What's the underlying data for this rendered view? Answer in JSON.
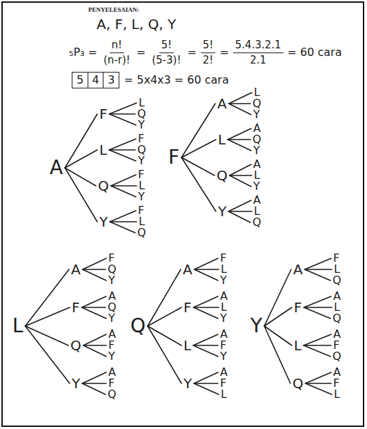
{
  "diagram": {
    "nodes": [
      {
        "text": [
          "5"
        ]
      },
      {
        "text": [
          "4"
        ]
      },
      {
        "text": [
          "3"
        ]
      },
      {
        "text": [
          "A"
        ]
      },
      {
        "text": [
          "F"
        ]
      },
      {
        "text": [
          "L"
        ]
      },
      {
        "text": [
          "Q"
        ]
      },
      {
        "text": [
          "Y"
        ]
      },
      {
        "text": [
          "L"
        ]
      },
      {
        "text": [
          "F"
        ]
      },
      {
        "text": [
          "Q"
        ]
      },
      {
        "text": [
          "Y"
        ]
      },
      {
        "text": [
          "Q"
        ]
      },
      {
        "text": [
          "F"
        ]
      },
      {
        "text": [
          "L"
        ]
      },
      {
        "text": [
          "Y"
        ]
      },
      {
        "text": [
          "Y"
        ]
      },
      {
        "text": [
          "F"
        ]
      },
      {
        "text": [
          "L"
        ]
      },
      {
        "text": [
          "Q"
        ]
      },
      {
        "text": [
          "F"
        ]
      },
      {
        "text": [
          "A"
        ]
      },
      {
        "text": [
          "L"
        ]
      },
      {
        "text": [
          "Q"
        ]
      },
      {
        "text": [
          "Y"
        ]
      },
      {
        "text": [
          "L"
        ]
      },
      {
        "text": [
          "A"
        ]
      },
      {
        "text": [
          "Q"
        ]
      },
      {
        "text": [
          "Y"
        ]
      },
      {
        "text": [
          "Q"
        ]
      },
      {
        "text": [
          "A"
        ]
      },
      {
        "text": [
          "L"
        ]
      },
      {
        "text": [
          "Y"
        ]
      },
      {
        "text": [
          "Y"
        ]
      },
      {
        "text": [
          "A"
        ]
      },
      {
        "text": [
          "L"
        ]
      },
      {
        "text": [
          "Q"
        ]
      },
      {
        "text": [
          "L"
        ]
      },
      {
        "text": [
          "A"
        ]
      },
      {
        "text": [
          "F"
        ]
      },
      {
        "text": [
          "Q"
        ]
      },
      {
        "text": [
          "Y"
        ]
      },
      {
        "text": [
          "F"
        ]
      },
      {
        "text": [
          "A"
        ]
      },
      {
        "text": [
          "Q"
        ]
      },
      {
        "text": [
          "Y"
        ]
      },
      {
        "text": [
          "Q"
        ]
      },
      {
        "text": [
          "A"
        ]
      },
      {
        "text": [
          "F"
        ]
      },
      {
        "text": [
          "Y"
        ]
      },
      {
        "text": [
          "Y"
        ]
      },
      {
        "text": [
          "A"
        ]
      },
      {
        "text": [
          "F"
        ]
      },
      {
        "text": [
          "Q"
        ]
      },
      {
        "text": [
          "Q"
        ]
      },
      {
        "text": [
          "A"
        ]
      },
      {
        "text": [
          "F"
        ]
      },
      {
        "text": [
          "L"
        ]
      },
      {
        "text": [
          "Y"
        ]
      },
      {
        "text": [
          "F"
        ]
      },
      {
        "text": [
          "A"
        ]
      },
      {
        "text": [
          "L"
        ]
      },
      {
        "text": [
          "Y"
        ]
      },
      {
        "text": [
          "L"
        ]
      },
      {
        "text": [
          "A"
        ]
      },
      {
        "text": [
          "F"
        ]
      },
      {
        "text": [
          "Y"
        ]
      },
      {
        "text": [
          "Y"
        ]
      },
      {
        "text": [
          "A"
        ]
      },
      {
        "text": [
          "F"
        ]
      },
      {
        "text": [
          "L"
        ]
      },
      {
        "text": [
          "Y"
        ]
      },
      {
        "text": [
          "A"
        ]
      },
      {
        "text": [
          "F"
        ]
      },
      {
        "text": [
          "L"
        ]
      },
      {
        "text": [
          "Q"
        ]
      },
      {
        "text": [
          "F"
        ]
      },
      {
        "text": [
          "A"
        ]
      },
      {
        "text": [
          "L"
        ]
      },
      {
        "text": [
          "Q"
        ]
      },
      {
        "text": [
          "L"
        ]
      },
      {
        "text": [
          "A"
        ]
      },
      {
        "text": [
          "F"
        ]
      },
      {
        "text": [
          "Q"
        ]
      },
      {
        "text": [
          "Q"
        ]
      },
      {
        "text": [
          "A"
        ]
      },
      {
        "text": [
          "F"
        ]
      },
      {
        "text": [
          "L"
        ]
      }
    ],
    "edges": [
      {
        "from": 3,
        "to": 4,
        "arrow": "none"
      },
      {
        "from": 3,
        "to": 8,
        "arrow": "none"
      },
      {
        "from": 3,
        "to": 12,
        "arrow": "none"
      },
      {
        "from": 3,
        "to": 16,
        "arrow": "none"
      },
      {
        "from": 4,
        "to": 5,
        "arrow": "none"
      },
      {
        "from": 4,
        "to": 6,
        "arrow": "none"
      },
      {
        "from": 4,
        "to": 7,
        "arrow": "none"
      },
      {
        "from": 8,
        "to": 9,
        "arrow": "none"
      },
      {
        "from": 8,
        "to": 10,
        "arrow": "none"
      },
      {
        "from": 8,
        "to": 11,
        "arrow": "none"
      },
      {
        "from": 12,
        "to": 13,
        "arrow": "none"
      },
      {
        "from": 12,
        "to": 14,
        "arrow": "none"
      },
      {
        "from": 12,
        "to": 15,
        "arrow": "none"
      },
      {
        "from": 16,
        "to": 17,
        "arrow": "none"
      },
      {
        "from": 16,
        "to": 18,
        "arrow": "none"
      },
      {
        "from": 16,
        "to": 19,
        "arrow": "none"
      },
      {
        "from": 20,
        "to": 21,
        "arrow": "none"
      },
      {
        "from": 20,
        "to": 25,
        "arrow": "none"
      },
      {
        "from": 20,
        "to": 29,
        "arrow": "none"
      },
      {
        "from": 20,
        "to": 33,
        "arrow": "none"
      },
      {
        "from": 21,
        "to": 22,
        "arrow": "none"
      },
      {
        "from": 21,
        "to": 23,
        "arrow": "none"
      },
      {
        "from": 21,
        "to": 24,
        "arrow": "none"
      },
      {
        "from": 25,
        "to": 26,
        "arrow": "none"
      },
      {
        "from": 25,
        "to": 27,
        "arrow": "none"
      },
      {
        "from": 25,
        "to": 28,
        "arrow": "none"
      },
      {
        "from": 29,
        "to": 30,
        "arrow": "none"
      },
      {
        "from": 29,
        "to": 31,
        "arrow": "none"
      },
      {
        "from": 29,
        "to": 32,
        "arrow": "none"
      },
      {
        "from": 33,
        "to": 34,
        "arrow": "none"
      },
      {
        "from": 33,
        "to": 35,
        "arrow": "none"
      },
      {
        "from": 33,
        "to": 36,
        "arrow": "none"
      },
      {
        "from": 37,
        "to": 38,
        "arrow": "none"
      },
      {
        "from": 37,
        "to": 42,
        "arrow": "none"
      },
      {
        "from": 37,
        "to": 46,
        "arrow": "none"
      },
      {
        "from": 37,
        "to": 50,
        "arrow": "none"
      },
      {
        "from": 38,
        "to": 39,
        "arrow": "none"
      },
      {
        "from": 38,
        "to": 40,
        "arrow": "none"
      },
      {
        "from": 38,
        "to": 41,
        "arrow": "none"
      },
      {
        "from": 42,
        "to": 43,
        "arrow": "none"
      },
      {
        "from": 42,
        "to": 44,
        "arrow": "none"
      },
      {
        "from": 42,
        "to": 45,
        "arrow": "none"
      },
      {
        "from": 46,
        "to": 47,
        "arrow": "none"
      },
      {
        "from": 46,
        "to": 48,
        "arrow": "none"
      },
      {
        "from": 46,
        "to": 49,
        "arrow": "none"
      },
      {
        "from": 50,
        "to": 51,
        "arrow": "none"
      },
      {
        "from": 50,
        "to": 52,
        "arrow": "none"
      },
      {
        "from": 50,
        "to": 53,
        "arrow": "none"
      },
      {
        "from": 54,
        "to": 55,
        "arrow": "none"
      },
      {
        "from": 54,
        "to": 59,
        "arrow": "none"
      },
      {
        "from": 54,
        "to": 63,
        "arrow": "none"
      },
      {
        "from": 54,
        "to": 67,
        "arrow": "none"
      },
      {
        "from": 55,
        "to": 56,
        "arrow": "none"
      },
      {
        "from": 55,
        "to": 57,
        "arrow": "none"
      },
      {
        "from": 55,
        "to": 58,
        "arrow": "none"
      },
      {
        "from": 59,
        "to": 60,
        "arrow": "none"
      },
      {
        "from": 59,
        "to": 61,
        "arrow": "none"
      },
      {
        "from": 59,
        "to": 62,
        "arrow": "none"
      },
      {
        "from": 63,
        "to": 64,
        "arrow": "none"
      },
      {
        "from": 63,
        "to": 65,
        "arrow": "none"
      },
      {
        "from": 63,
        "to": 66,
        "arrow": "none"
      },
      {
        "from": 67,
        "to": 68,
        "arrow": "none"
      },
      {
        "from": 67,
        "to": 69,
        "arrow": "none"
      },
      {
        "from": 67,
        "to": 70,
        "arrow": "none"
      },
      {
        "from": 71,
        "to": 72,
        "arrow": "none"
      },
      {
        "from": 71,
        "to": 76,
        "arrow": "none"
      },
      {
        "from": 71,
        "to": 80,
        "arrow": "none"
      },
      {
        "from": 71,
        "to": 84,
        "arrow": "none"
      },
      {
        "from": 72,
        "to": 73,
        "arrow": "none"
      },
      {
        "from": 72,
        "to": 74,
        "arrow": "none"
      },
      {
        "from": 72,
        "to": 75,
        "arrow": "none"
      },
      {
        "from": 76,
        "to": 77,
        "arrow": "none"
      },
      {
        "from": 76,
        "to": 78,
        "arrow": "none"
      },
      {
        "from": 76,
        "to": 79,
        "arrow": "none"
      },
      {
        "from": 80,
        "to": 81,
        "arrow": "none"
      },
      {
        "from": 80,
        "to": 82,
        "arrow": "none"
      },
      {
        "from": 80,
        "to": 83,
        "arrow": "none"
      },
      {
        "from": 84,
        "to": 85,
        "arrow": "none"
      },
      {
        "from": 84,
        "to": 86,
        "arrow": "none"
      },
      {
        "from": 84,
        "to": 87,
        "arrow": "none"
      }
    ],
    "labels": [
      "PENYELESAIAN:",
      "A, F, L, Q, Y",
      "₅P₃ =",
      "n!",
      "(n-r)!",
      "=",
      "5!",
      "(5-3)!",
      "=",
      "5!",
      "2!",
      "=",
      "5.4.3.2.1",
      "2.1",
      "= 60 cara",
      "= 5x4x3 = 60 cara"
    ]
  }
}
